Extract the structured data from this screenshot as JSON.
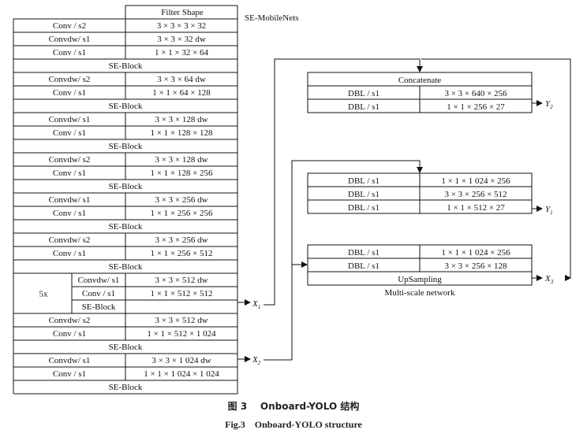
{
  "table": {
    "header": "Filter Shape",
    "side_title": "SE-MobileNets",
    "rows": [
      {
        "a": "Conv / s2",
        "b": "3 × 3 × 3 × 32"
      },
      {
        "a": "Convdw/ s1",
        "b": "3 × 3 × 32 dw"
      },
      {
        "a": "Conv / s1",
        "b": "1 × 1 × 32 × 64"
      },
      {
        "span": "SE-Block"
      },
      {
        "a": "Convdw/ s2",
        "b": "3 × 3 × 64 dw"
      },
      {
        "a": "Conv / s1",
        "b": "1 × 1 × 64 × 128"
      },
      {
        "span": "SE-Block"
      },
      {
        "a": "Convdw/ s1",
        "b": "3 × 3 × 128 dw"
      },
      {
        "a": "Conv / s1",
        "b": "1 × 1 × 128 × 128"
      },
      {
        "span": "SE-Block"
      },
      {
        "a": "Convdw/ s2",
        "b": "3 × 3 × 128 dw"
      },
      {
        "a": "Conv / s1",
        "b": "1 × 1 × 128 × 256"
      },
      {
        "span": "SE-Block"
      },
      {
        "a": "Convdw/ s1",
        "b": "3 × 3 × 256 dw"
      },
      {
        "a": "Conv / s1",
        "b": "1 × 1 × 256 × 256"
      },
      {
        "span": "SE-Block"
      },
      {
        "a": "Convdw/ s2",
        "b": "3 × 3 × 256 dw"
      },
      {
        "a": "Conv / s1",
        "b": "1 × 1 × 256 × 512"
      },
      {
        "span": "SE-Block"
      },
      {
        "a": "Convdw/ s1",
        "b": "3 × 3 × 512 dw",
        "group": true
      },
      {
        "a": "Conv / s1",
        "b": "1 × 1 × 512 × 512",
        "group": true
      },
      {
        "a": "SE-Block",
        "b": "",
        "group": true
      },
      {
        "a": "Convdw/ s2",
        "b": "3 × 3 × 512 dw"
      },
      {
        "a": "Conv / s1",
        "b": "1 × 1 × 512 × 1 024"
      },
      {
        "span": "SE-Block"
      },
      {
        "a": "Convdw/ s1",
        "b": "3 × 3 × 1 024 dw"
      },
      {
        "a": "Conv / s1",
        "b": "1 × 1 × 1 024 × 1 024"
      },
      {
        "span": "SE-Block"
      }
    ],
    "repeat_label": "5x"
  },
  "outputs": {
    "x1": {
      "main": "X",
      "sub": "1"
    },
    "x2": {
      "main": "X",
      "sub": "2"
    },
    "x3": {
      "main": "X",
      "sub": "3"
    },
    "y1": {
      "main": "Y",
      "sub": "1"
    },
    "y2": {
      "main": "Y",
      "sub": "2"
    }
  },
  "network": {
    "title": "Multi-scale network",
    "box1": {
      "head": "Concatenate",
      "rows": [
        {
          "a": "DBL / s1",
          "b": "3 × 3 × 640 × 256"
        },
        {
          "a": "DBL / s1",
          "b": "1 × 1 × 256 × 27"
        }
      ]
    },
    "box2": {
      "rows": [
        {
          "a": "DBL / s1",
          "b": "1 × 1 × 1 024 × 256"
        },
        {
          "a": "DBL / s1",
          "b": "3 × 3 × 256 × 512"
        },
        {
          "a": "DBL / s1",
          "b": "1 × 1 × 512 × 27"
        }
      ]
    },
    "box3": {
      "rows": [
        {
          "a": "DBL / s1",
          "b": "1 × 1 × 1 024 × 256"
        },
        {
          "a": "DBL / s1",
          "b": "3 × 3 × 256 × 128"
        }
      ],
      "foot": "UpSampling"
    }
  },
  "caption": {
    "cn": "图 3    Onboard-YOLO 结构",
    "en": "Fig.3    Onboard-YOLO structure"
  }
}
